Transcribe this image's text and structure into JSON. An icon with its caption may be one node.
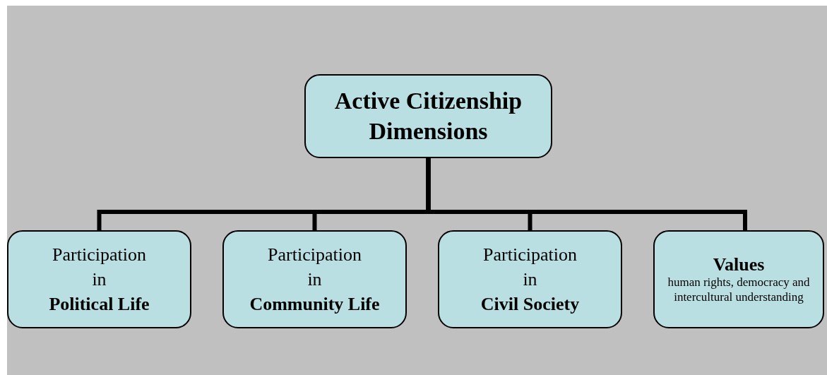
{
  "diagram": {
    "nodes": [
      {
        "text": [
          "Active Citizenship Dimensions"
        ]
      },
      {
        "text": [
          "Participation in",
          "Political Life"
        ]
      },
      {
        "text": [
          "Participation in",
          "Community Life"
        ]
      },
      {
        "text": [
          "Participation in",
          "Civil Society"
        ]
      },
      {
        "text": [
          "Values",
          "human rights, democracy and intercultural understanding"
        ]
      }
    ],
    "edges": [
      {
        "from": 0,
        "to": 1,
        "arrow": "none"
      },
      {
        "from": 0,
        "to": 2,
        "arrow": "none"
      },
      {
        "from": 0,
        "to": 3,
        "arrow": "none"
      },
      {
        "from": 0,
        "to": 4,
        "arrow": "none"
      }
    ]
  }
}
